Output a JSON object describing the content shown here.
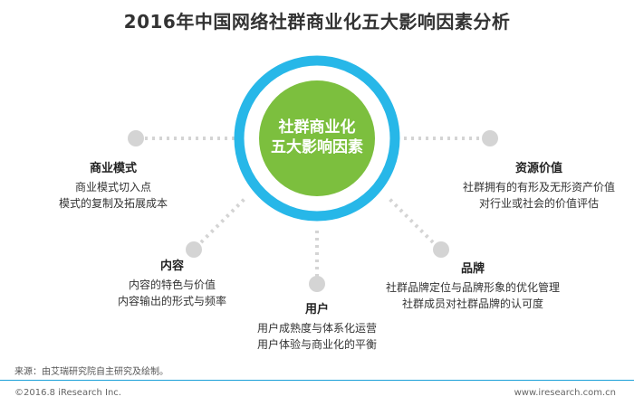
{
  "title": "2016年中国网络社群商业化五大影响因素分析",
  "center": {
    "line1": "社群商业化",
    "line2": "五大影响因素"
  },
  "factors": [
    {
      "name": "商业模式",
      "lines": [
        "商业模式切入点",
        "模式的复制及拓展成本"
      ]
    },
    {
      "name": "资源价值",
      "lines": [
        "社群拥有的有形及无形资产价值",
        "对行业或社会的价值评估"
      ]
    },
    {
      "name": "内容",
      "lines": [
        "内容的特色与价值",
        "内容输出的形式与频率"
      ]
    },
    {
      "name": "品牌",
      "lines": [
        "社群品牌定位与品牌形象的优化管理",
        "社群成员对社群品牌的认可度"
      ]
    },
    {
      "name": "用户",
      "lines": [
        "用户成熟度与体系化运营",
        "用户体验与商业化的平衡"
      ]
    }
  ],
  "source": "来源：由艾瑞研究院自主研究及绘制。",
  "footer": {
    "left": "©2016.8 iResearch Inc.",
    "right": "www.iresearch.com.cn"
  },
  "colors": {
    "ring": "#27b7e8",
    "center": "#7cbf3e",
    "dot": "#d4d4d4",
    "footer_rule": "#1aa0d8"
  }
}
